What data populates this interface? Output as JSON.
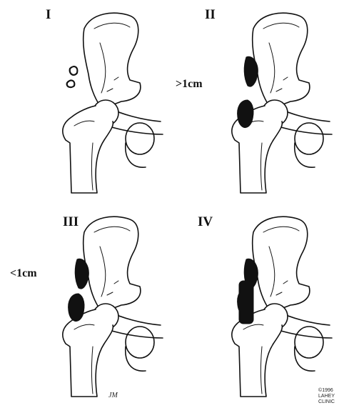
{
  "panels": [
    {
      "numeral": "I",
      "stage": 1,
      "measurement": ""
    },
    {
      "numeral": "II",
      "stage": 2,
      "measurement": ">1cm"
    },
    {
      "numeral": "III",
      "stage": 3,
      "measurement": "<1cm"
    },
    {
      "numeral": "IV",
      "stage": 4,
      "measurement": ""
    }
  ],
  "artist_initials": "JM",
  "copyright": {
    "line1": "©1996",
    "line2": "LAHEY",
    "line3": "CLINIC"
  },
  "colors": {
    "ink": "#111111",
    "bone": "#ffffff",
    "background": "#ffffff"
  }
}
